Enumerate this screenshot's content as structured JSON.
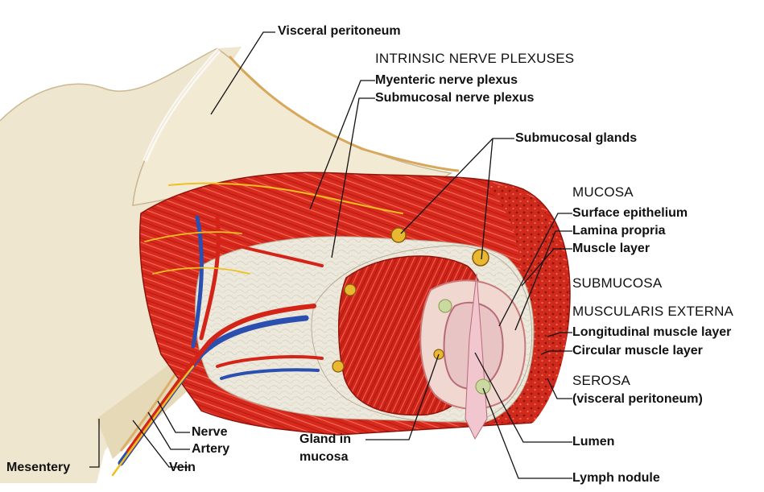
{
  "labels": {
    "visceral_peritoneum": "Visceral peritoneum",
    "intrinsic_nerve_plexuses": "INTRINSIC NERVE PLEXUSES",
    "myenteric_nerve_plexus": "Myenteric nerve plexus",
    "submucosal_nerve_plexus": "Submucosal nerve plexus",
    "submucosal_glands": "Submucosal glands",
    "mucosa": "MUCOSA",
    "surface_epithelium": "Surface epithelium",
    "lamina_propria": "Lamina propria",
    "muscle_layer": "Muscle layer",
    "submucosa": "SUBMUCOSA",
    "muscularis_externa": "MUSCULARIS EXTERNA",
    "longitudinal_muscle_layer": "Longitudinal muscle layer",
    "circular_muscle_layer": "Circular muscle layer",
    "serosa": "SEROSA",
    "serosa_sub": "(visceral peritoneum)",
    "lumen": "Lumen",
    "lymph_nodule": "Lymph nodule",
    "gland_in_mucosa_1": "Gland in",
    "gland_in_mucosa_2": "mucosa",
    "nerve": "Nerve",
    "artery": "Artery",
    "vein": "Vein",
    "mesentery": "Mesentery"
  },
  "colors": {
    "mesentery_tan": "#efe6cf",
    "muscle_red": "#d8291d",
    "muscle_dark": "#b51a12",
    "submucosa_cream": "#ece8dc",
    "lumen_pink": "#e8c5c4",
    "artery_red": "#d42418",
    "vein_blue": "#2b4fb0",
    "nerve_yellow": "#f0c020",
    "leader_line": "#111111"
  }
}
